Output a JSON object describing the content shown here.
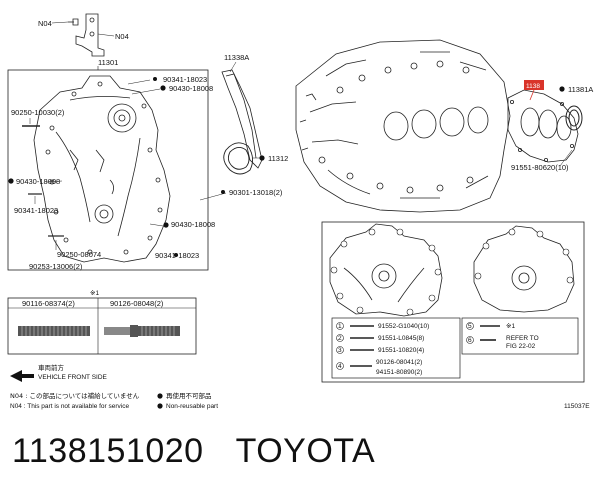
{
  "diagram": {
    "code": "115037E",
    "callouts": {
      "n04_top": "N04",
      "n04_right": "N04",
      "p11301": "11301",
      "p11338a": "11338A",
      "p11381a": "11381A",
      "p11312": "11312",
      "p90341_18023_a": "90341-18023",
      "p90430_18008_a": "90430-18008",
      "p90250_10030": "90250-10030(2)",
      "p90430_18008_b": "90430-18008",
      "p90341_18023_b": "90341-18023",
      "p90250_08074": "90250-08074",
      "p90253_13006": "90253-13006(2)",
      "p90301_13018": "90301-13018(2)",
      "p90430_18008_c": "90430-18008",
      "p90341_18023_c": "90341-18023",
      "p91551_80620": "91551-80620(10)",
      "highlight": "1138"
    },
    "bolt_table": {
      "note_mark": "※1",
      "left": "90116-08374(2)",
      "right": "90126-08048(2)"
    },
    "legend_box": {
      "rows": [
        {
          "num": "1",
          "part": "91552-G1040(10)"
        },
        {
          "num": "2",
          "part": "91551-L0845(8)"
        },
        {
          "num": "3",
          "part": "91551-10820(4)"
        },
        {
          "num": "4",
          "part": "90126-08041(2)"
        },
        {
          "num": "4",
          "part": "94151-80890(2)"
        }
      ],
      "right_rows": [
        {
          "num": "5",
          "text": "※1"
        },
        {
          "num": "6",
          "text": "REFER TO"
        },
        {
          "num": "",
          "text": "FIG 22-02"
        }
      ]
    },
    "footer": {
      "direction_jp": "車両前方",
      "direction_en": "VEHICLE FRONT SIDE",
      "n04_jp": "N04 : この部品については補給していません",
      "n04_en": "N04 : This part is not available for service",
      "nonreusable_jp": "再使用不可部品",
      "nonreusable_en": "Non-reusable part"
    }
  },
  "part_number": "1138151020",
  "brand": "TOYOTA"
}
